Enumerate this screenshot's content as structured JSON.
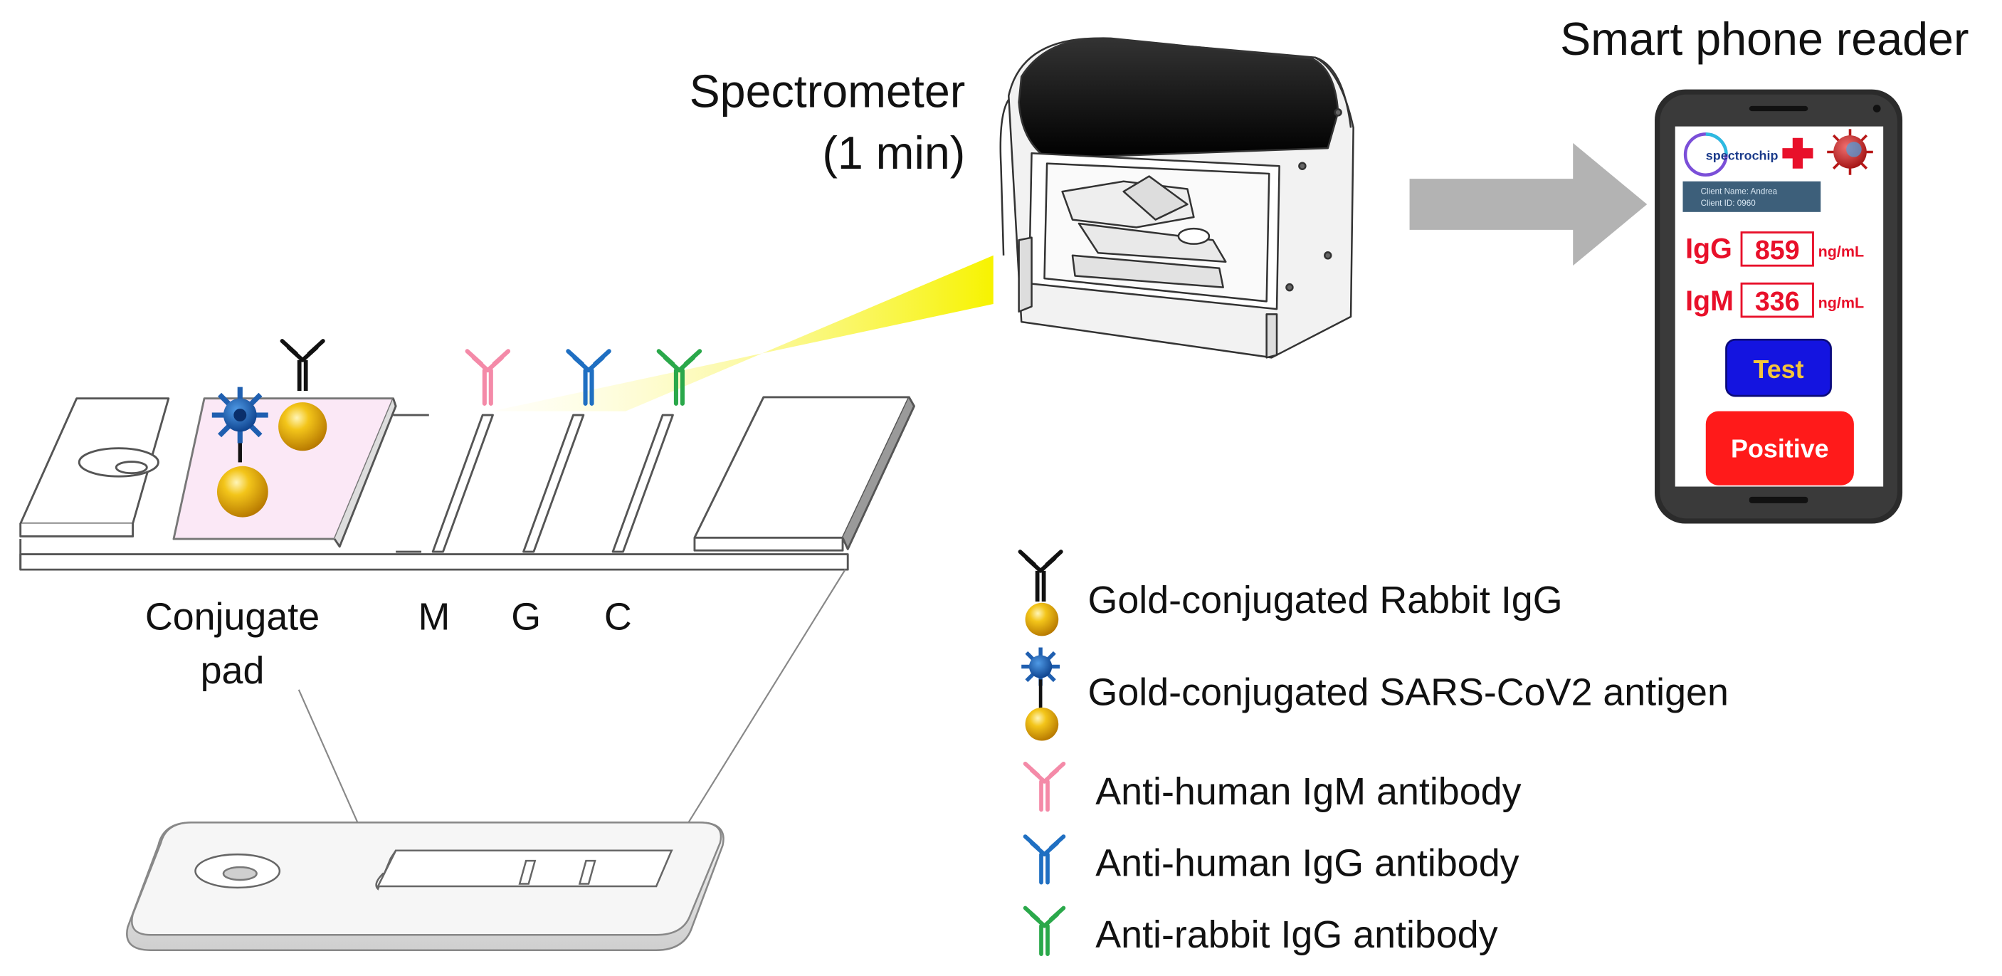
{
  "labels": {
    "spectrometer": "Spectrometer",
    "spectrometer_time": "(1 min)",
    "reader": "Smart phone reader",
    "conjugate_pad_line1": "Conjugate",
    "conjugate_pad_line2": "pad",
    "line_m": "M",
    "line_g": "G",
    "line_c": "C"
  },
  "phone": {
    "brand": "spectrochip",
    "client_name": "Client Name: Andrea",
    "client_id": "Client ID: 0960",
    "rows": [
      {
        "label": "IgG",
        "value": "859",
        "unit": "ng/mL"
      },
      {
        "label": "IgM",
        "value": "336",
        "unit": "ng/mL"
      }
    ],
    "test_button": "Test",
    "result_button": "Positive"
  },
  "legend": [
    {
      "icon": "gold-rabbit-igg-icon",
      "text": "Gold-conjugated Rabbit IgG"
    },
    {
      "icon": "gold-antigen-icon",
      "text": "Gold-conjugated SARS-CoV2 antigen"
    },
    {
      "icon": "pink-antibody-icon",
      "text": "Anti-human IgM antibody"
    },
    {
      "icon": "blue-antibody-icon",
      "text": "Anti-human IgG antibody"
    },
    {
      "icon": "green-antibody-icon",
      "text": "Anti-rabbit IgG antibody"
    }
  ],
  "colors": {
    "igm_antibody": "#f48aa8",
    "igg_antibody": "#1f6fc2",
    "rabbit_antibody": "#2aa84a",
    "gold": "#e0a800",
    "phone_red": "#e8102a",
    "test_button": "#1414e0",
    "test_text": "#f5c53a",
    "beam": "#f7f300"
  }
}
